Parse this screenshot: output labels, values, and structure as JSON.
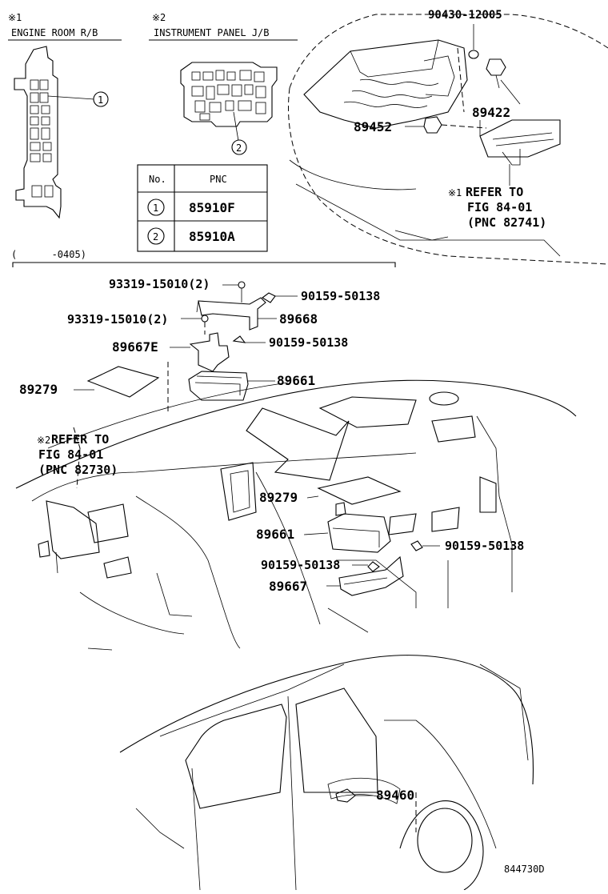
{
  "top_left": {
    "mark1": "※1",
    "engine_room_title": "ENGINE ROOM R/B",
    "mark2": "※2",
    "instrument_panel_title": "INSTRUMENT PANEL J/B",
    "callout_1": "1",
    "callout_2": "2"
  },
  "pnc_table": {
    "header_no": "No.",
    "header_pnc": "PNC",
    "rows": [
      {
        "no": "1",
        "pnc": "85910F"
      },
      {
        "no": "2",
        "pnc": "85910A"
      }
    ]
  },
  "range_label": "(      -0405)",
  "engine_area": {
    "part_90430": "90430-12005",
    "part_89422": "89422",
    "part_89452": "89452",
    "refer1_mark": "※1",
    "refer1_line1": "REFER TO",
    "refer1_line2": "FIG 84-01",
    "refer1_line3": "(PNC 82741)"
  },
  "ecu_upper": {
    "bolt_a": "93319-15010(2)",
    "nut_a": "90159-50138",
    "bolt_b": "93319-15010(2)",
    "bracket_89668": "89668",
    "bracket_89667E": "89667E",
    "nut_b": "90159-50138",
    "pad_89279": "89279",
    "ecu_89661": "89661"
  },
  "dash_area": {
    "refer2_mark": "※2",
    "refer2_line1": "REFER TO",
    "refer2_line2": "FIG 84-01",
    "refer2_line3": "(PNC 82730)",
    "pad_89279": "89279",
    "ecu_89661": "89661",
    "nut_right": "90159-50138",
    "nut_left": "90159-50138",
    "bracket_89667": "89667"
  },
  "car_area": {
    "sensor_89460": "89460"
  },
  "figure_code": "844730D"
}
